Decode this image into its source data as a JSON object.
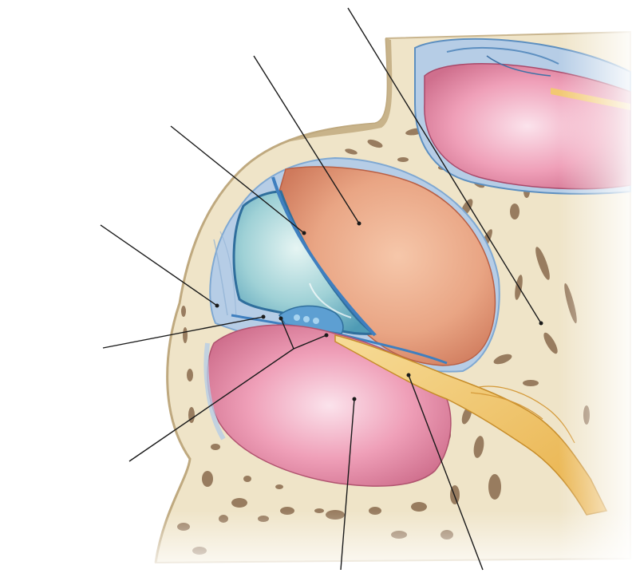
{
  "figure": {
    "subject": "cochlear-duct-cross-section",
    "labels_present": false
  },
  "colors": {
    "background": "#ffffff",
    "bone": "#efe4c8",
    "bone_dark": "#c9b58e",
    "bone_pore": "#7a5e44",
    "periosteum_blue": "#b6cde6",
    "membrane_blue": "#6aa3d6",
    "scala_vestibuli": "#e39a7c",
    "scala_tympani": "#e590a8",
    "cochlear_duct": "#8fc6d0",
    "nerve": "#f2c872",
    "leader_line": "#1a1a1a"
  },
  "structures": [
    {
      "id": "bony-wall",
      "icon": "bone-region"
    },
    {
      "id": "scala-vestibuli",
      "icon": "chamber"
    },
    {
      "id": "cochlear-duct",
      "icon": "chamber"
    },
    {
      "id": "scala-tympani",
      "icon": "chamber"
    },
    {
      "id": "vestibular-membrane",
      "icon": "membrane"
    },
    {
      "id": "basilar-membrane",
      "icon": "membrane"
    },
    {
      "id": "spiral-organ",
      "icon": "organ"
    },
    {
      "id": "spiral-ligament",
      "icon": "tissue"
    },
    {
      "id": "cochlear-nerve",
      "icon": "nerve"
    },
    {
      "id": "adjacent-turn-chamber",
      "icon": "chamber"
    }
  ],
  "leader_count": 8
}
